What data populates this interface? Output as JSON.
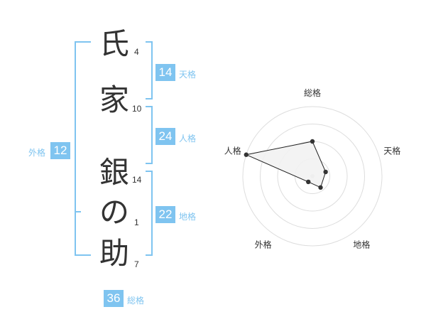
{
  "name": {
    "characters": [
      {
        "char": "氏",
        "strokes": "4"
      },
      {
        "char": "家",
        "strokes": "10"
      },
      {
        "char": "銀",
        "strokes": "14"
      },
      {
        "char": "の",
        "strokes": "1"
      },
      {
        "char": "助",
        "strokes": "7"
      }
    ]
  },
  "kakusu": {
    "tenkaku": {
      "label": "天格",
      "value": "14"
    },
    "jinkaku": {
      "label": "人格",
      "value": "24"
    },
    "chikaku": {
      "label": "地格",
      "value": "22"
    },
    "gaikaku": {
      "label": "外格",
      "value": "12"
    },
    "soukaku": {
      "label": "総格",
      "value": "36"
    }
  },
  "radar": {
    "axes": [
      "総格",
      "天格",
      "地格",
      "外格",
      "人格"
    ],
    "levels": [
      0.5,
      0.2,
      0.2,
      0.1,
      1.0
    ]
  },
  "colors": {
    "accent": "#7fc4f0",
    "text": "#333333",
    "grid": "#dddddd",
    "fill": "#f2f2f2"
  }
}
